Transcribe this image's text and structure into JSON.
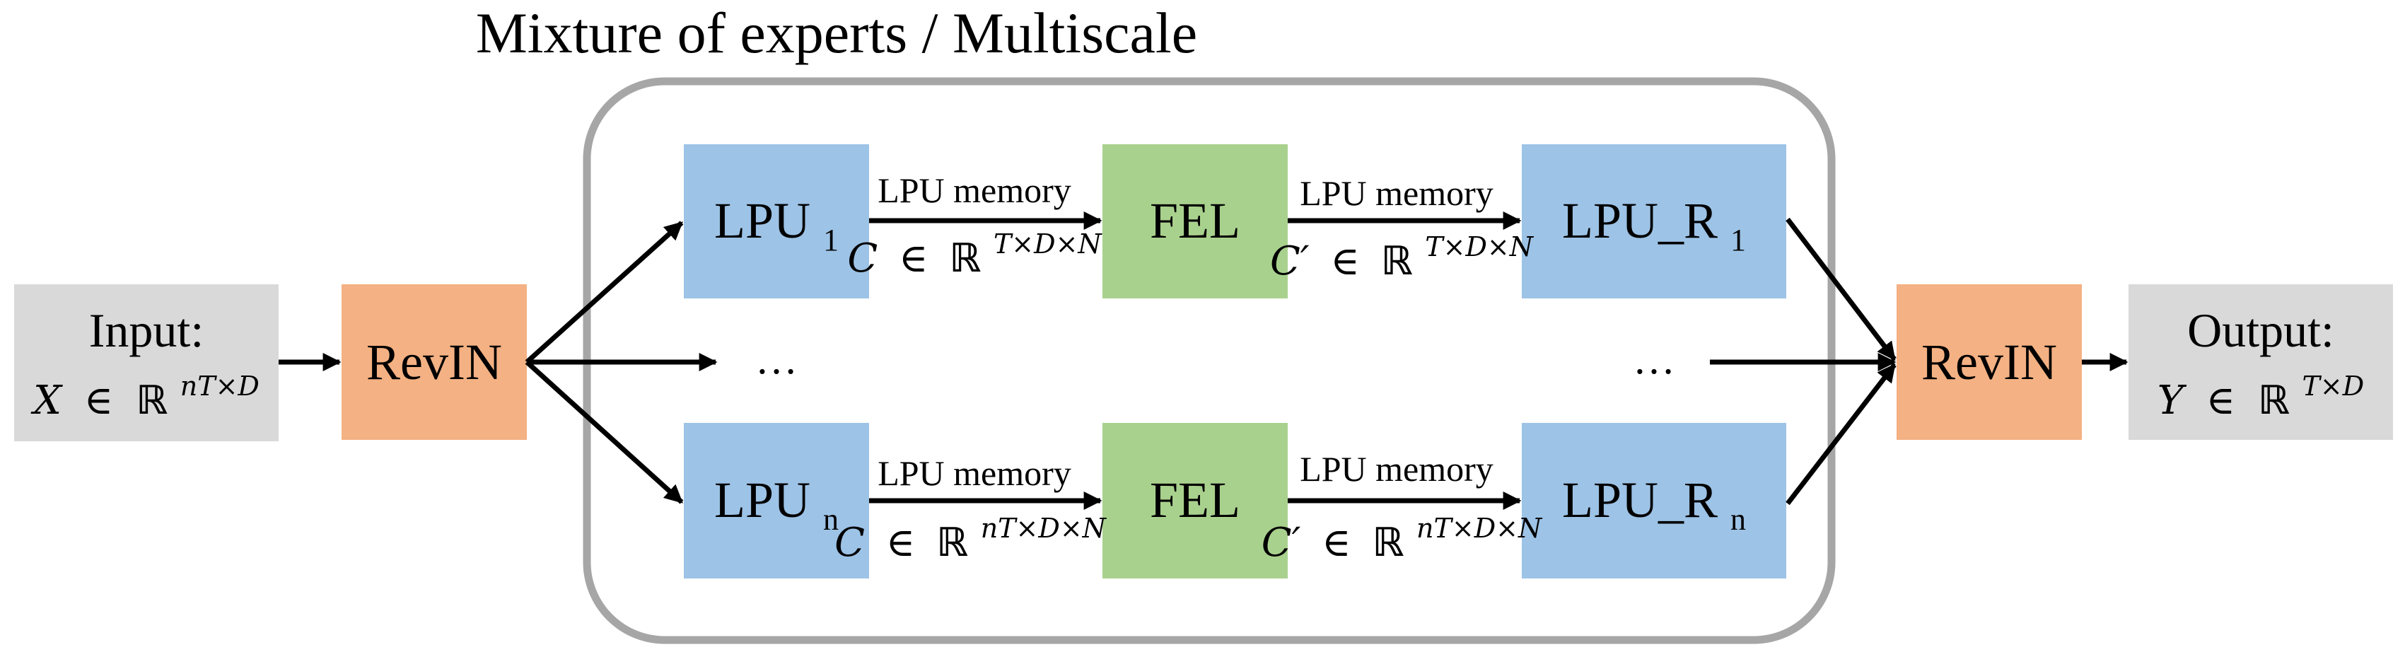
{
  "title": "Mixture of experts / Multiscale",
  "colors": {
    "gray": "#d9d9d9",
    "orange": "#f4b183",
    "blue": "#9dc3e6",
    "green": "#a9d18e",
    "container": "#a6a6a6",
    "line": "#000000"
  },
  "input": {
    "label": "Input:",
    "math_var": "X",
    "math_set": "ℝ",
    "math_exp": "nT×D"
  },
  "revin_in": {
    "label": "RevIN"
  },
  "revin_out": {
    "label": "RevIN"
  },
  "output": {
    "label": "Output:",
    "math_var": "Y",
    "math_set": "ℝ",
    "math_exp": "T×D"
  },
  "top_branch": {
    "lpu": {
      "base": "LPU",
      "sub": "1"
    },
    "fel": {
      "label": "FEL"
    },
    "lpu_r": {
      "base": "LPU_R",
      "sub": "1"
    },
    "edge1": {
      "label": "LPU memory",
      "math_var": "C",
      "math_exp": "T×D×N"
    },
    "edge2": {
      "label": "LPU memory",
      "math_var": "C′",
      "math_exp": "T×D×N"
    }
  },
  "bottom_branch": {
    "lpu": {
      "base": "LPU",
      "sub": "n"
    },
    "fel": {
      "label": "FEL"
    },
    "lpu_r": {
      "base": "LPU_R",
      "sub": "n"
    },
    "edge1": {
      "label": "LPU memory",
      "math_var": "C",
      "math_exp": "nT×D×N"
    },
    "edge2": {
      "label": "LPU memory",
      "math_var": "C′",
      "math_exp": "nT×D×N"
    }
  },
  "ellipsis": "…",
  "math_in": "∈",
  "math_set": "ℝ"
}
